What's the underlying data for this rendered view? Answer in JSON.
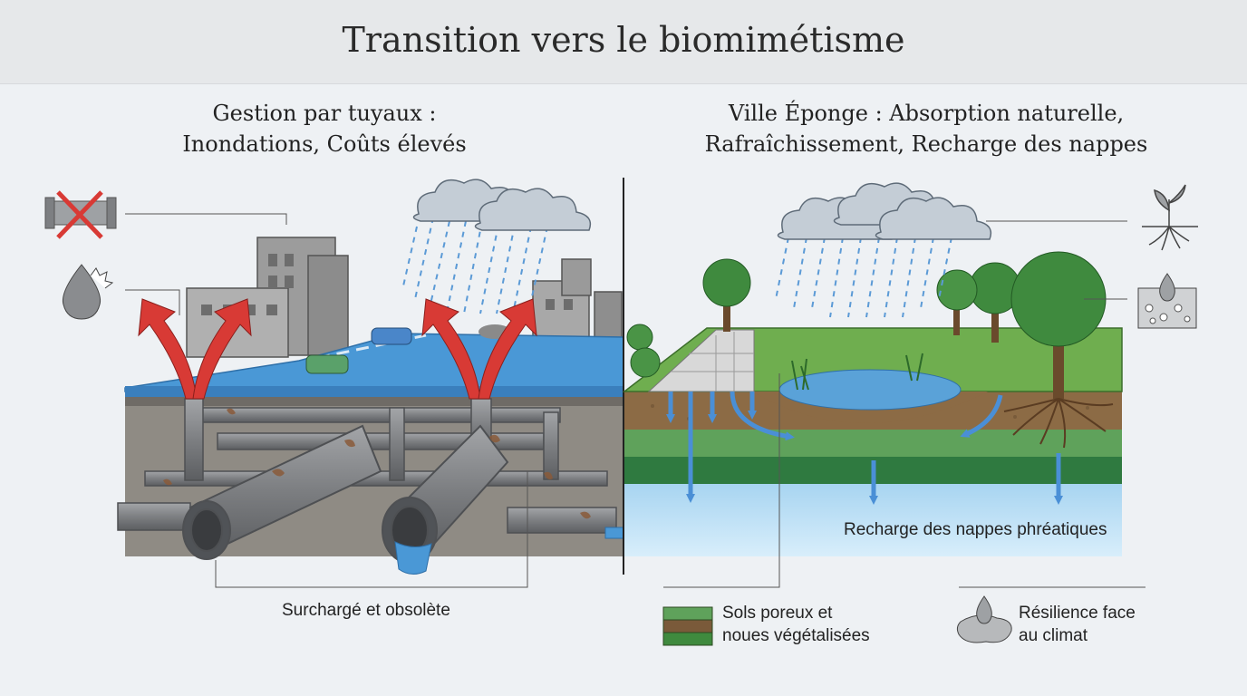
{
  "title": "Transition vers le biomimétisme",
  "left_panel": {
    "heading_line1": "Gestion par tuyaux :",
    "heading_line2": "Inondations, Coûts élevés",
    "caption": "Surchargé et obsolète",
    "icons": [
      "broken-pipe-icon",
      "water-drop-damage-icon"
    ]
  },
  "right_panel": {
    "heading_line1": "Ville Éponge : Absorption naturelle,",
    "heading_line2": "Rafraîchissement, Recharge des nappes",
    "aquifer_label": "Recharge des nappes phréatiques",
    "legend_soil_line1": "Sols poreux et",
    "legend_soil_line2": "noues végétalisées",
    "legend_resilience_line1": "Résilience face",
    "legend_resilience_line2": "au climat",
    "icons": [
      "plant-roots-icon",
      "porous-soil-drop-icon"
    ]
  },
  "colors": {
    "flood_arrow": "#d83a35",
    "water_arrow": "#4a8fd6",
    "pipe": "#7d7f82",
    "rust": "#8a5a3a",
    "grass": "#3f8a3e",
    "aquifer": "#bfe0f5"
  }
}
